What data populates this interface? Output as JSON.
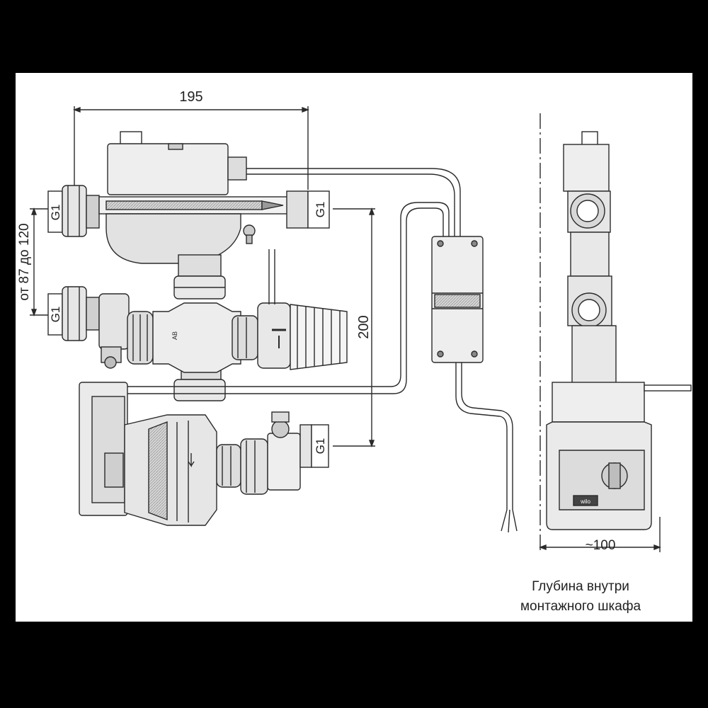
{
  "dimensions": {
    "width_top": "195",
    "height_right": "200",
    "range_left": "от 87 до 120",
    "thread_top_left": "G1",
    "thread_mid_left": "G1",
    "thread_top_right": "G1",
    "thread_bottom_right": "G1",
    "depth": "~100"
  },
  "caption": {
    "line1": "Глубина внутри",
    "line2": "монтажного шкафа"
  },
  "pump_brand": "wilo",
  "colors": {
    "background": "#000000",
    "paper": "#ffffff",
    "line": "#2a2a2a",
    "fill_light": "#e6e6e6",
    "fill_mid": "#c8c8c8",
    "fill_dark": "#8a8a8a"
  }
}
